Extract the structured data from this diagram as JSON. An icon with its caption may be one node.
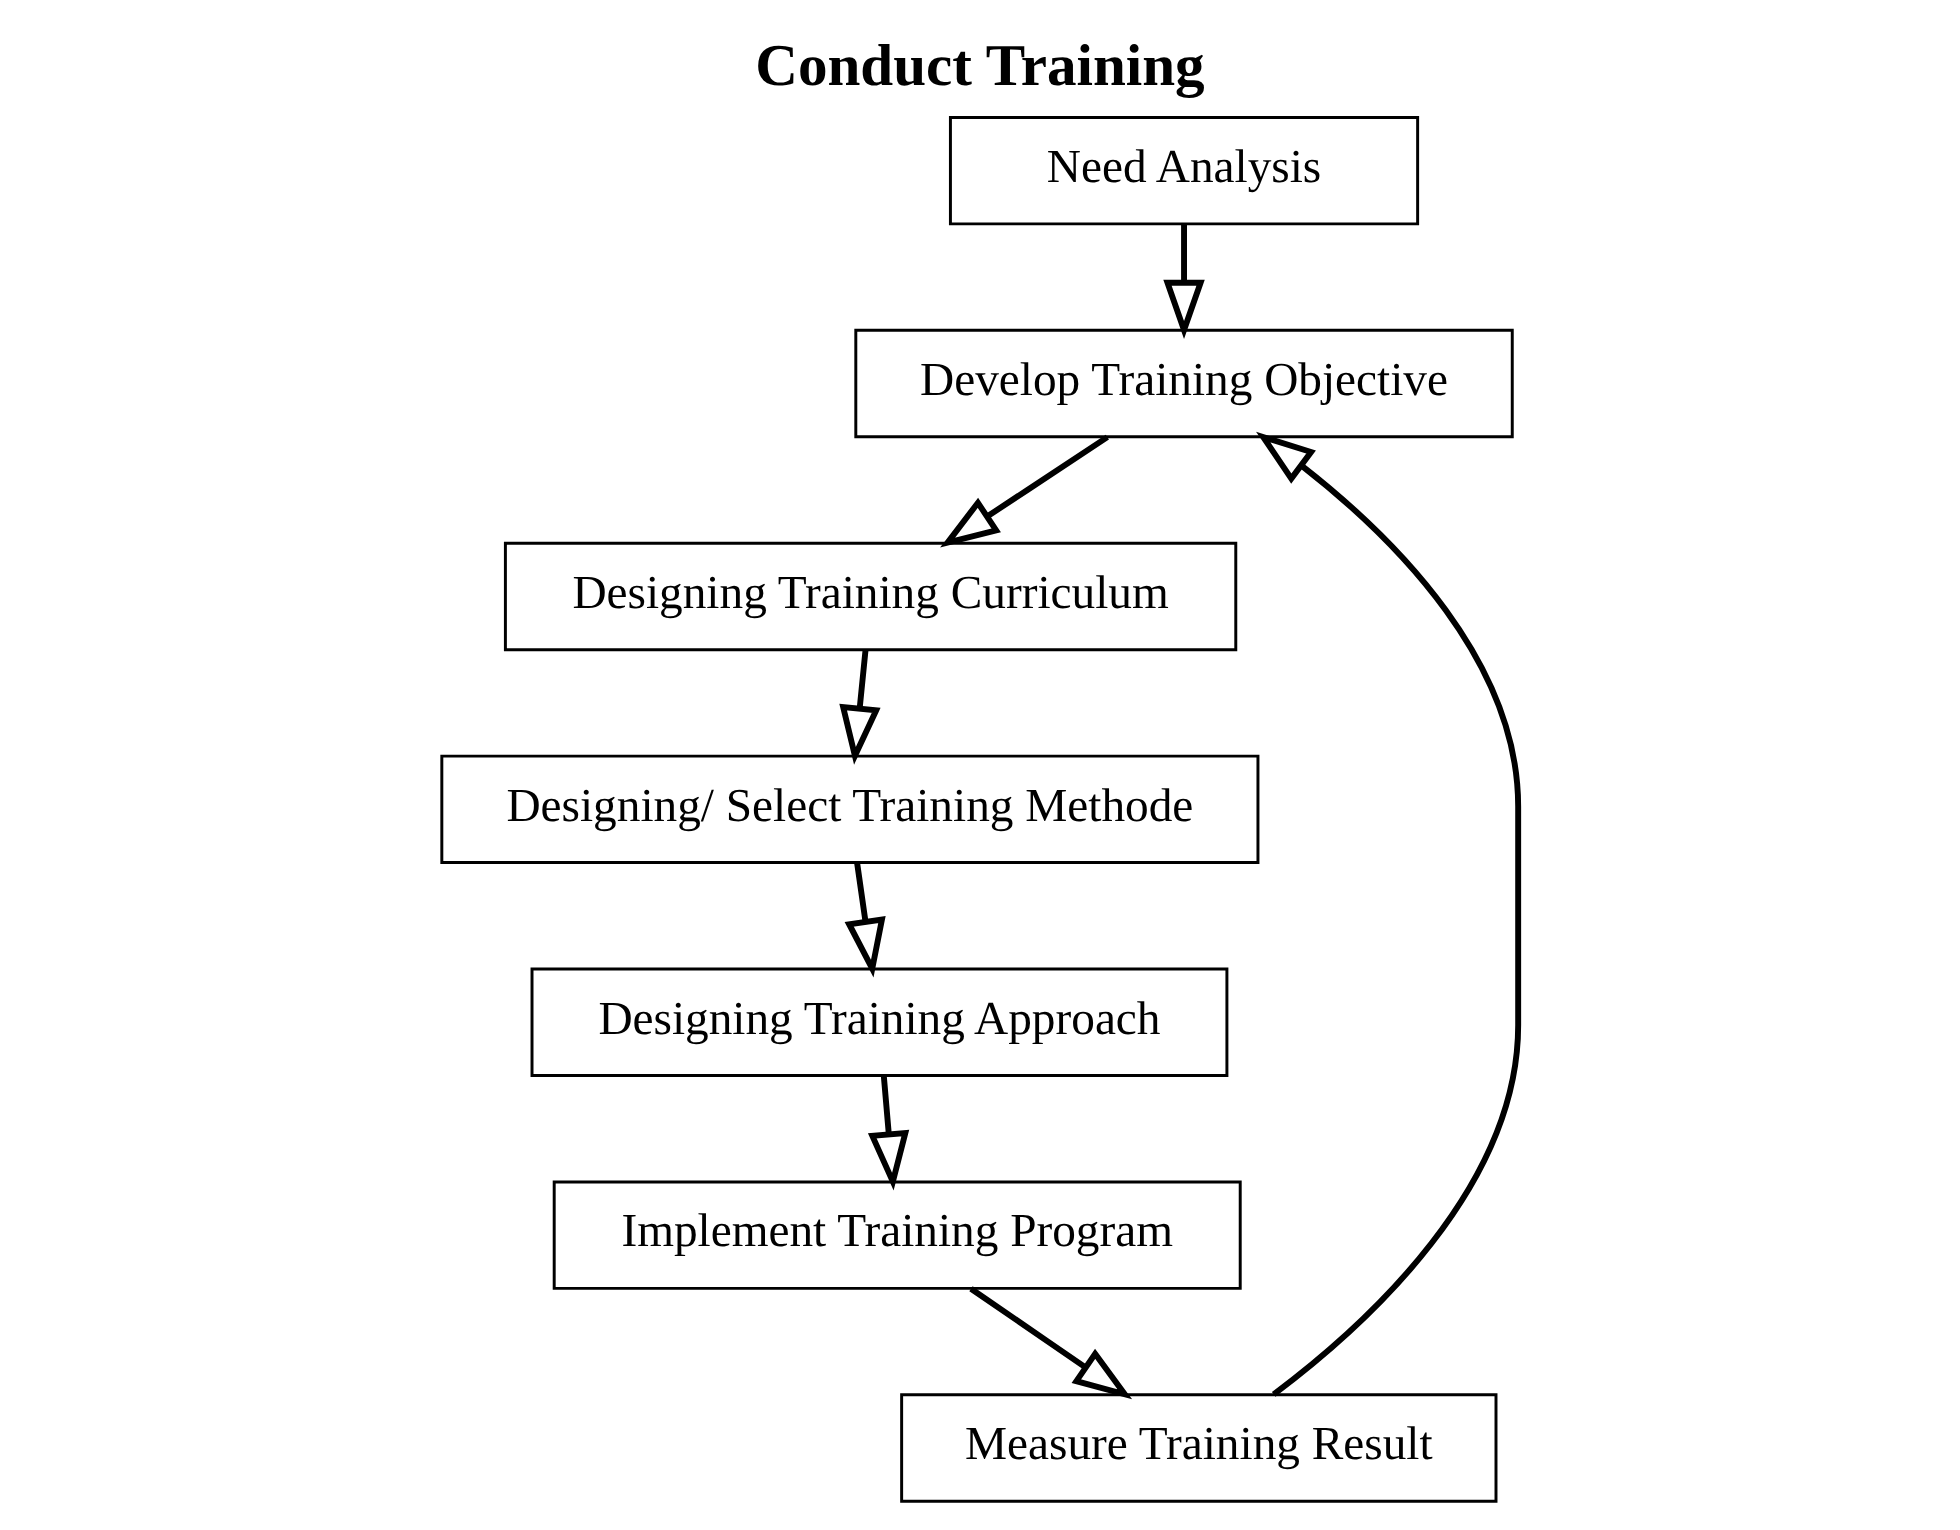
{
  "diagram": {
    "title": "Conduct Training",
    "nodes": [
      {
        "text": [
          "Need Analysis"
        ]
      },
      {
        "text": [
          "Develop Training Objective"
        ]
      },
      {
        "text": [
          "Designing Training Curriculum"
        ]
      },
      {
        "text": [
          "Designing/ Select Training Methode"
        ]
      },
      {
        "text": [
          "Designing Training Approach"
        ]
      },
      {
        "text": [
          "Implement Training Program"
        ]
      },
      {
        "text": [
          "Measure Training Result"
        ]
      }
    ],
    "edges": [
      {
        "from": 0,
        "to": 1,
        "arrow": "to"
      },
      {
        "from": 1,
        "to": 2,
        "arrow": "to"
      },
      {
        "from": 2,
        "to": 3,
        "arrow": "to"
      },
      {
        "from": 3,
        "to": 4,
        "arrow": "to"
      },
      {
        "from": 4,
        "to": 5,
        "arrow": "to"
      },
      {
        "from": 5,
        "to": 6,
        "arrow": "to"
      },
      {
        "from": 6,
        "to": 1,
        "arrow": "to"
      }
    ]
  }
}
